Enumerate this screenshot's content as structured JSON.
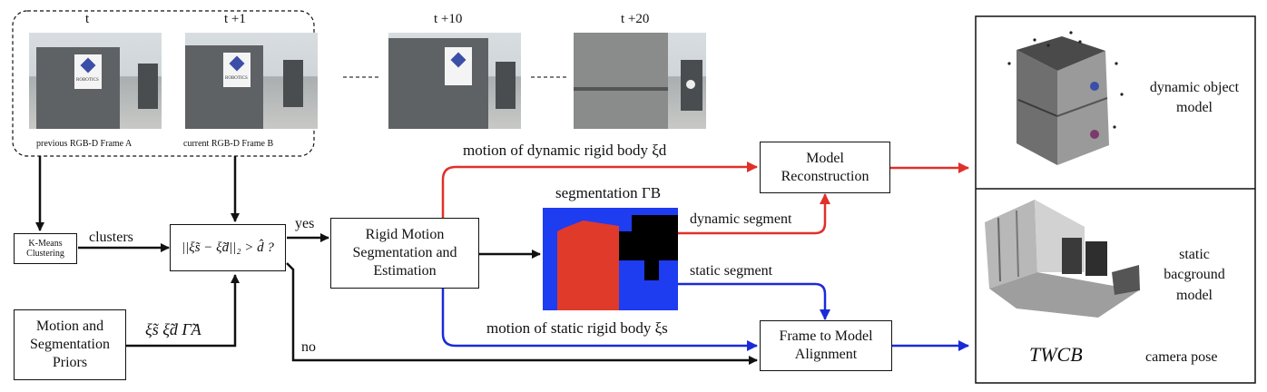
{
  "frames": [
    {
      "time": "t",
      "caption": "previous RGB-D Frame A"
    },
    {
      "time": "t +1",
      "caption": "current RGB-D Frame B"
    },
    {
      "time": "t +10",
      "caption": ""
    },
    {
      "time": "t +20",
      "caption": ""
    }
  ],
  "logo_text": "ROBOTICS",
  "boxes": {
    "kmeans": "K-Means Clustering",
    "condition": "||ξ̃s − ξ̃d||₂ > d̂ ?",
    "rigid": "Rigid Motion Segmentation and Estimation",
    "model_reconstruction": "Model Reconstruction",
    "frame_to_model": "Frame to Model Alignment",
    "priors": "Motion and Segmentation Priors"
  },
  "labels": {
    "clusters": "clusters",
    "yes": "yes",
    "no": "no",
    "priors_symbols": "ξ̃s  ξ̃d  Γ̃A",
    "segmentation": "segmentation ΓB",
    "dynamic_segment": "dynamic segment",
    "static_segment": "static segment",
    "motion_dynamic": "motion of dynamic rigid body ξd",
    "motion_static": "motion of static rigid body ξs"
  },
  "panel": {
    "dynamic_model": "dynamic object model",
    "static_model": "static bacground model",
    "pose_symbol": "TWCB",
    "camera_pose": "camera pose"
  },
  "colors": {
    "dynamic": "#e0302a",
    "static": "#1a2ad8",
    "segment_blue": "#1e3cf0",
    "segment_red": "#e03a2a"
  }
}
